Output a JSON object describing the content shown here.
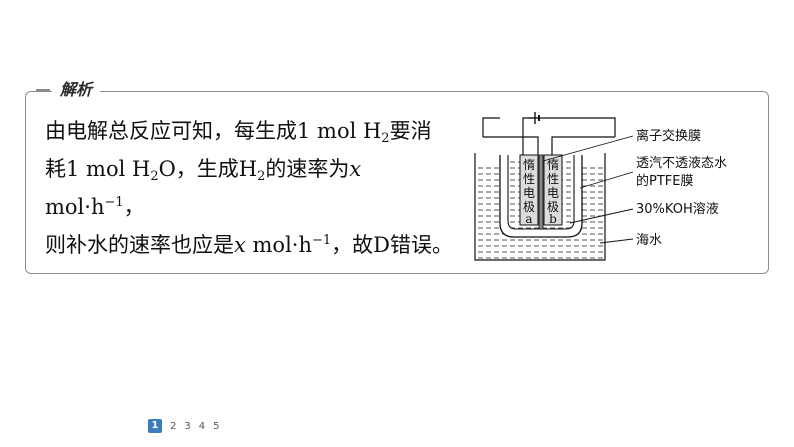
{
  "section": {
    "badge": "解析"
  },
  "explanation": {
    "l1_a": "由电解总反应可知，每生成1 mol H",
    "l1_sub": "2",
    "l1_b": "要消",
    "l2_a": "耗1 mol H",
    "l2_sub": "2",
    "l2_b": "O，生成H",
    "l2_sub2": "2",
    "l2_c": "的速率为",
    "l2_var": "x",
    "l2_d": " mol·h",
    "l2_sup": "−1",
    "l2_e": "，",
    "l3_a": "则补水的速率也应是",
    "l3_var": "x",
    "l3_b": " mol·h",
    "l3_sup": "−1",
    "l3_c": "，故D错误。"
  },
  "diagram": {
    "electrode_a": [
      "惰",
      "性",
      "电",
      "极",
      "a"
    ],
    "electrode_b": [
      "惰",
      "性",
      "电",
      "极",
      "b"
    ],
    "labels": {
      "membrane": "离子交换膜",
      "ptfe_1": "透汽不透液态水",
      "ptfe_2": "的PTFE膜",
      "koh": "30%KOH溶液",
      "seawater": "海水"
    }
  },
  "pager": {
    "pages": [
      "1",
      "2",
      "3",
      "4",
      "5"
    ],
    "current": "1"
  }
}
